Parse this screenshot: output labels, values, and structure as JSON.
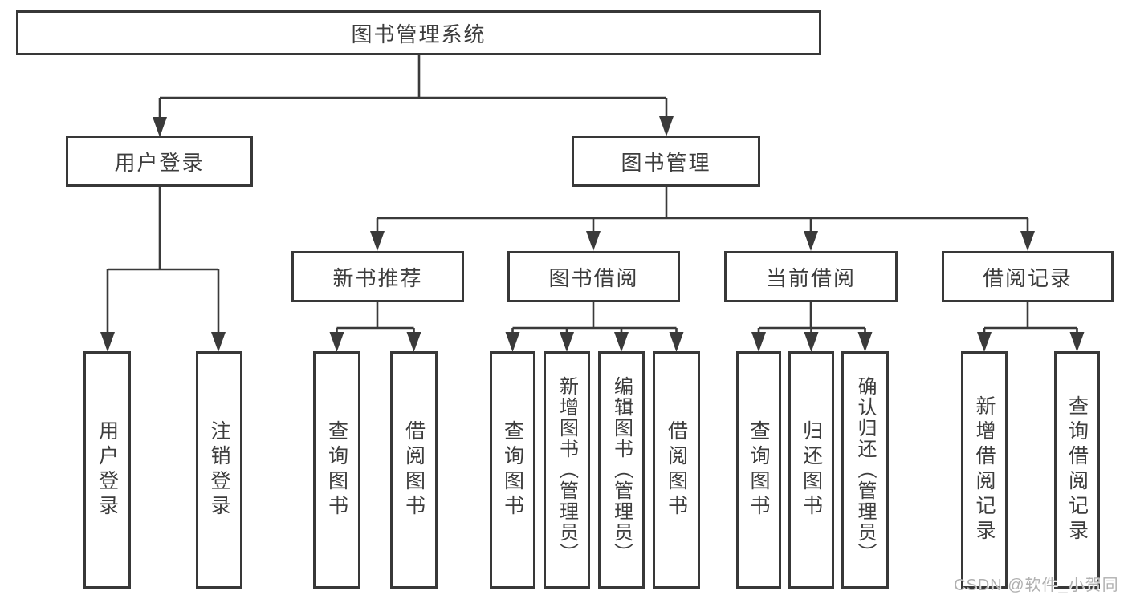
{
  "tree": {
    "root": {
      "label": "图书管理系统"
    },
    "level2": [
      {
        "label": "用户登录"
      },
      {
        "label": "图书管理"
      }
    ],
    "level3": [
      {
        "label": "新书推荐"
      },
      {
        "label": "图书借阅"
      },
      {
        "label": "当前借阅"
      },
      {
        "label": "借阅记录"
      }
    ],
    "leaves": [
      {
        "label": "用户登录"
      },
      {
        "label": "注销登录"
      },
      {
        "label": "查询图书"
      },
      {
        "label": "借阅图书"
      },
      {
        "label": "查询图书"
      },
      {
        "label": "新增图书（管理员）"
      },
      {
        "label": "编辑图书（管理员）"
      },
      {
        "label": "借阅图书"
      },
      {
        "label": "查询图书"
      },
      {
        "label": "归还图书"
      },
      {
        "label": "确认归还（管理员）"
      },
      {
        "label": "新增借阅记录"
      },
      {
        "label": "查询借阅记录"
      }
    ]
  },
  "colors": {
    "line": "#3a3a3a",
    "text": "#3d3d3d",
    "background": "#ffffff",
    "watermark": "#b0b0b0"
  },
  "watermark": {
    "text": "CSDN @软件_小贺同学"
  }
}
